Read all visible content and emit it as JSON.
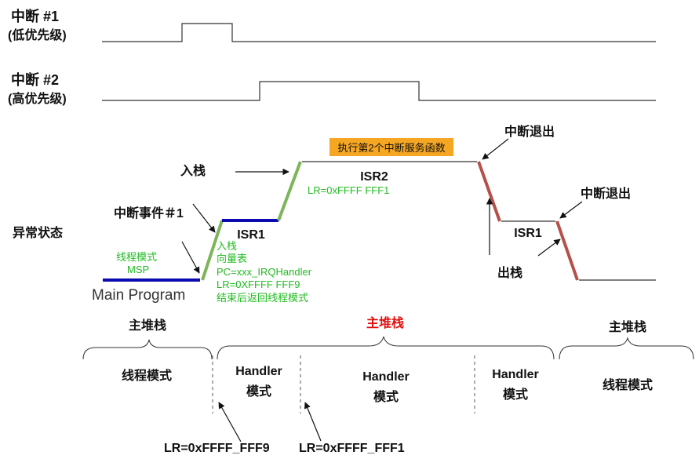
{
  "signals": {
    "irq1_title": "中断 #1",
    "irq1_priority": "(低优先级)",
    "irq2_title": "中断 #2",
    "irq2_priority": "(高优先级)"
  },
  "state_label": "异常状态",
  "events": {
    "push_stack": "入栈",
    "irq_event": "中断事件＃1",
    "exit1": "中断退出",
    "exit2": "中断退出",
    "pop_stack": "出栈"
  },
  "isr2_banner": "执行第2个中断服务函数",
  "isr2_label": "ISR2",
  "isr2_lr": "LR=0xFFFF FFF1",
  "isr1_label": "ISR1",
  "isr1_return_label": "ISR1",
  "thread_note": [
    "线程模式",
    "MSP"
  ],
  "main_program": "Main Program",
  "push_notes": [
    "入栈",
    "向量表",
    "PC=xxx_IRQHandler",
    "LR=0XFFFF FFF9",
    "结束后返回线程模式"
  ],
  "stacks": {
    "left": "主堆栈",
    "middle": "主堆栈",
    "right": "主堆栈"
  },
  "modes": {
    "thread_left": "线程模式",
    "handler1_line1": "Handler",
    "handler1_line2": "模式",
    "handler2_line1": "Handler",
    "handler2_line2": "模式",
    "handler3_line1": "Handler",
    "handler3_line2": "模式",
    "thread_right": "线程模式"
  },
  "lr_values": {
    "lr1": "LR=0xFFFF_FFF9",
    "lr2": "LR=0xFFFF_FFF1"
  },
  "colors": {
    "main_line": "#0a0ab0",
    "rise": "#7db55a",
    "fall": "#b5504a",
    "banner_bg": "#f5a623",
    "note_green": "#22bb22",
    "stack_red": "#e01010"
  }
}
